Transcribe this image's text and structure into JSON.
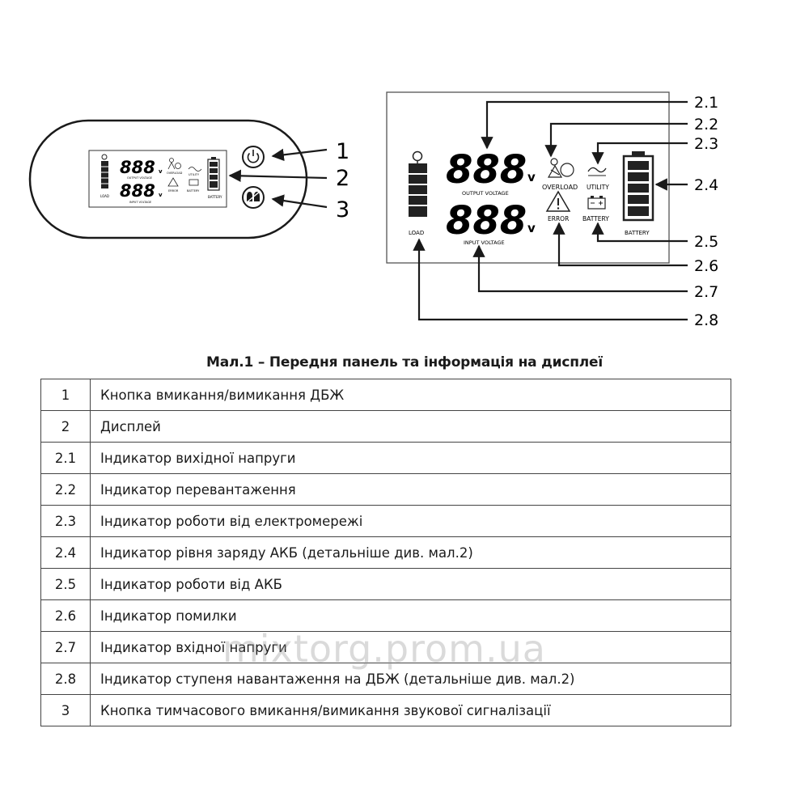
{
  "colors": {
    "ink": "#1a1a1a",
    "line": "#444444",
    "watermark": "#9a9a9a"
  },
  "small_panel": {
    "power_icon": "power-icon",
    "mute_icon": "alarm-mute-icon",
    "callouts": [
      "1",
      "2",
      "3"
    ],
    "lcd": {
      "digits": "888",
      "unit": "v",
      "output_label": "OUTPUT VOLTAGE",
      "input_label": "INPUT VOLTAGE",
      "overload": "OVERLOAD",
      "utility": "UTILITY",
      "error": "ERROR",
      "battery": "BATTERY",
      "load": "LOAD",
      "battery_label": "BATTERY"
    }
  },
  "large_display": {
    "digits": "888",
    "unit": "v",
    "output_label": "OUTPUT VOLTAGE",
    "input_label": "INPUT VOLTAGE",
    "overload": "OVERLOAD",
    "utility": "UTILITY",
    "error": "ERROR",
    "battery_mode": "BATTERY",
    "battery_level": "BATTERY",
    "load": "LOAD",
    "callouts": [
      "2.1",
      "2.2",
      "2.3",
      "2.4",
      "2.5",
      "2.6",
      "2.7",
      "2.8"
    ]
  },
  "caption": "Мал.1 – Передня панель та інформація на дисплеї",
  "legend": [
    {
      "num": "1",
      "text": "Кнопка вмикання/вимикання ДБЖ"
    },
    {
      "num": "2",
      "text": "Дисплей"
    },
    {
      "num": "2.1",
      "text": "Індикатор вихідної напруги"
    },
    {
      "num": "2.2",
      "text": "Індикатор перевантаження"
    },
    {
      "num": "2.3",
      "text": "Індикатор роботи від електромережі"
    },
    {
      "num": "2.4",
      "text": "Індикатор рівня заряду АКБ (детальніше див. мал.2)"
    },
    {
      "num": "2.5",
      "text": "Індикатор роботи від АКБ"
    },
    {
      "num": "2.6",
      "text": "Індикатор помилки"
    },
    {
      "num": "2.7",
      "text": "Індикатор вхідної напруги"
    },
    {
      "num": "2.8",
      "text": "Індикатор ступеня навантаження на ДБЖ (детальніше див. мал.2)"
    },
    {
      "num": "3",
      "text": "Кнопка тимчасового вмикання/вимикання звукової сигналізації"
    }
  ],
  "watermark": "mixtorg.prom.ua"
}
